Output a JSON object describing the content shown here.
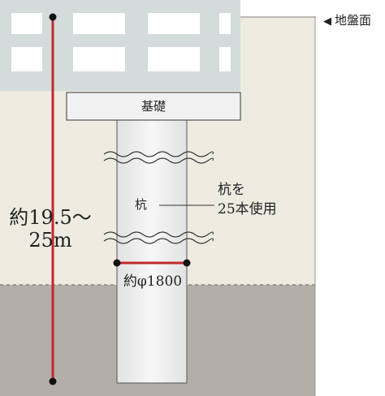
{
  "labels": {
    "ground_level": "地盤面",
    "foundation": "基礎",
    "pile": "杭",
    "pile_note_1": "杭を",
    "pile_note_2": "25本使用",
    "diameter": "約φ1800",
    "depth_line_1": "約19.5〜",
    "depth_line_2": "25m"
  },
  "icons": {
    "ground_marker": "left-triangle-icon"
  },
  "colors": {
    "soil_upper": "#eeebe1",
    "soil_lower": "#b3aea7",
    "building": "#d3dcda",
    "pile": "#f4f4f4",
    "accent_red": "#c0282e",
    "outline": "#555555"
  }
}
